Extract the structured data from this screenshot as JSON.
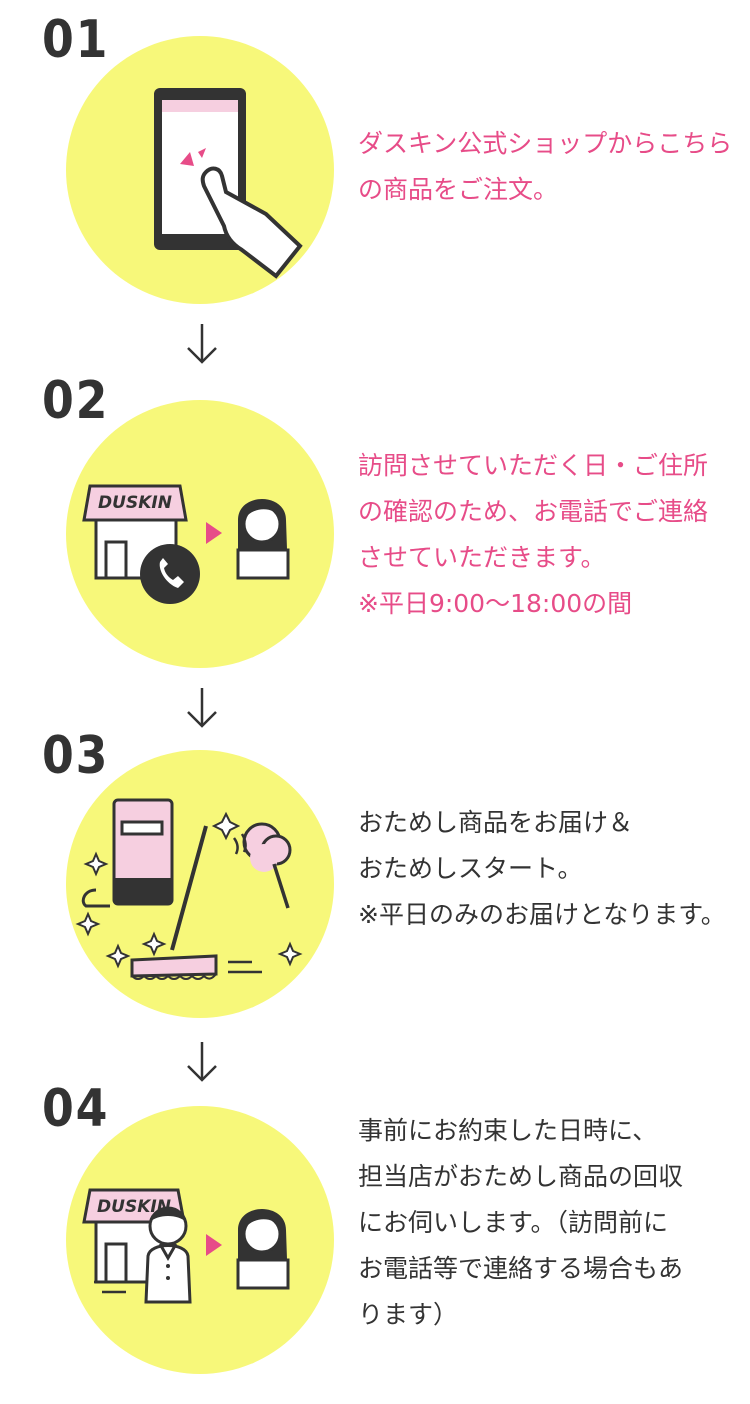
{
  "steps": [
    {
      "number": "01",
      "text": "ダスキン公式ショップからこちら\nの商品をご注文。",
      "accent": "#e74c88"
    },
    {
      "number": "02",
      "text": "訪問させていただく日・ご住所\nの確認のため、お電話でご連絡\nさせていただきます。\n※平日9:00〜18:00の間",
      "accent": "#e74c88",
      "logo": "DUSKIN"
    },
    {
      "number": "03",
      "text": "おためし商品をお届け＆\nおためしスタート。\n※平日のみのお届けとなります。",
      "accent": "#333333"
    },
    {
      "number": "04",
      "text": "事前にお約束した日時に、\n担当店がおためし商品の回収\nにお伺いします。（訪問前に\nお電話等で連絡する場合もあ\nります）",
      "accent": "#333333",
      "logo": "DUSKIN"
    }
  ],
  "colors": {
    "circle": "#f7f87a",
    "pink": "#e74c88",
    "light_pink": "#f6cfe0",
    "dark": "#333333"
  }
}
